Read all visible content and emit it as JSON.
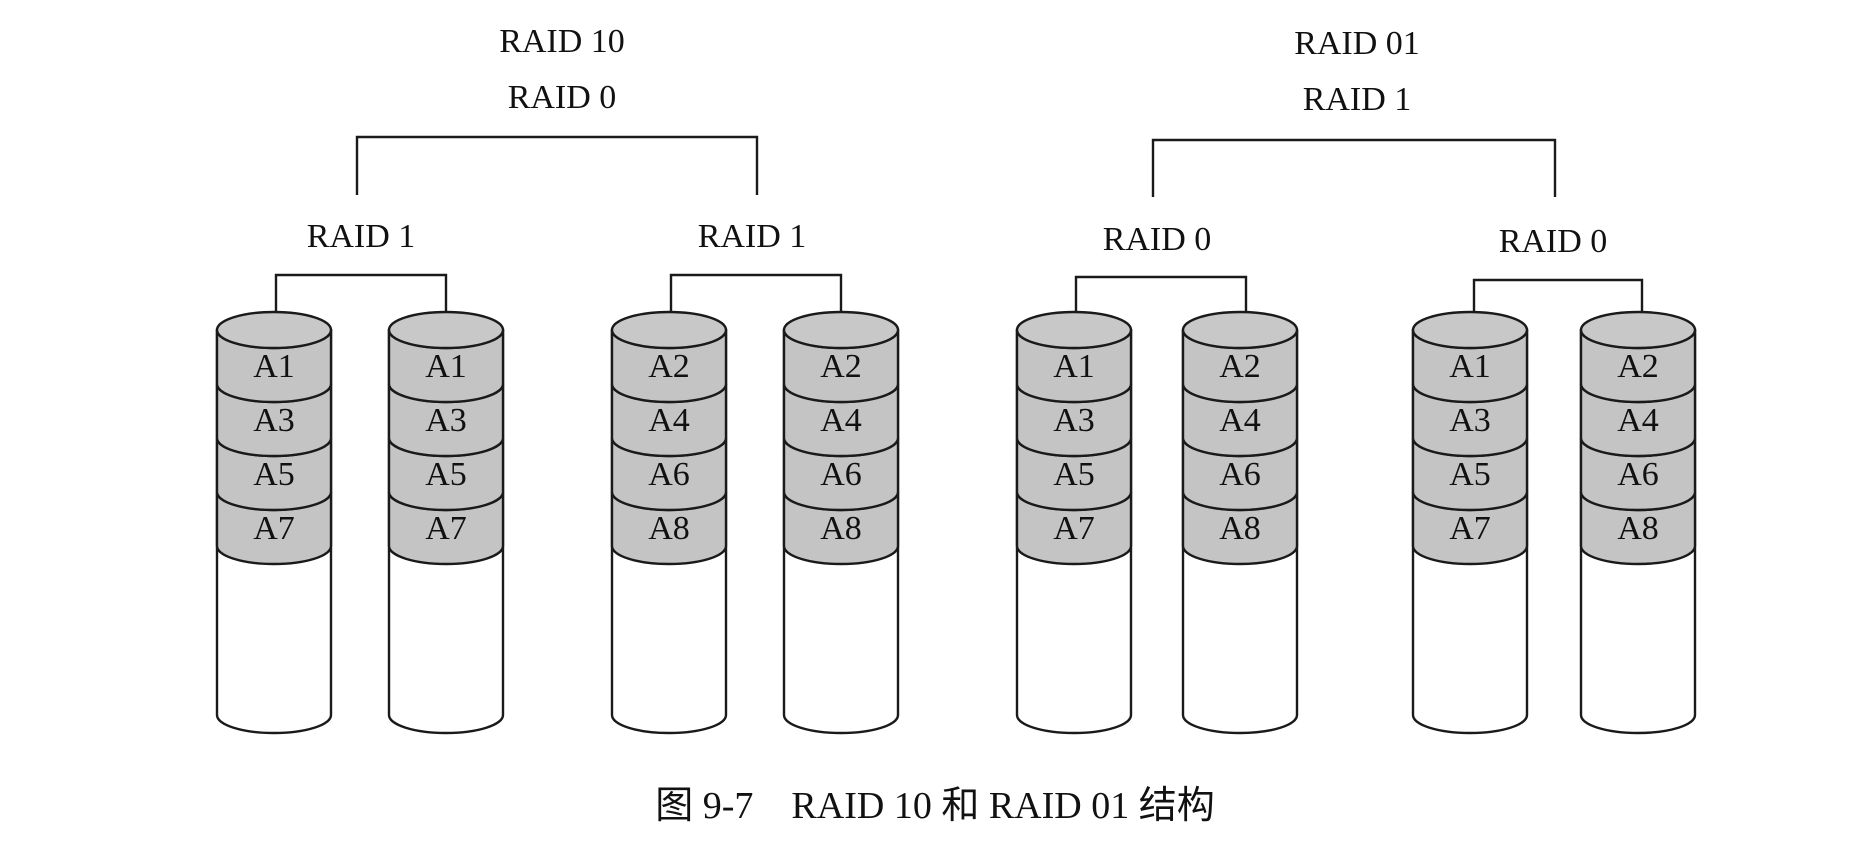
{
  "groups": [
    {
      "top_label": "RAID 10",
      "root_label": "RAID 0",
      "subgroups": [
        {
          "label": "RAID 1",
          "disks": [
            [
              "A1",
              "A3",
              "A5",
              "A7"
            ],
            [
              "A1",
              "A3",
              "A5",
              "A7"
            ]
          ]
        },
        {
          "label": "RAID 1",
          "disks": [
            [
              "A2",
              "A4",
              "A6",
              "A8"
            ],
            [
              "A2",
              "A4",
              "A6",
              "A8"
            ]
          ]
        }
      ]
    },
    {
      "top_label": "RAID 01",
      "root_label": "RAID 1",
      "subgroups": [
        {
          "label": "RAID 0",
          "disks": [
            [
              "A1",
              "A3",
              "A5",
              "A7"
            ],
            [
              "A2",
              "A4",
              "A6",
              "A8"
            ]
          ]
        },
        {
          "label": "RAID 0",
          "disks": [
            [
              "A1",
              "A3",
              "A5",
              "A7"
            ],
            [
              "A2",
              "A4",
              "A6",
              "A8"
            ]
          ]
        }
      ]
    }
  ],
  "caption": "图 9-7　RAID 10 和 RAID 01 结构"
}
